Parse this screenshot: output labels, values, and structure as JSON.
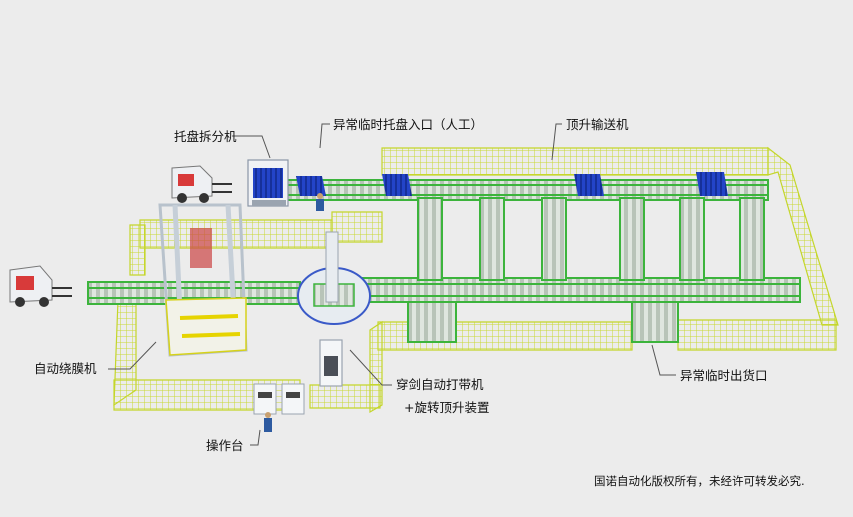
{
  "colors": {
    "background": "#ececec",
    "fence": "#d6e63a",
    "conveyor": "#3cb43c",
    "rail": "#8a9a8a",
    "pallet": "#1f3fb8",
    "forklift": "#d83a3a",
    "machine_frame": "#d8dde2"
  },
  "labels": {
    "destacker": "托盘拆分机",
    "temp_pallet_in": "异常临时托盘入口（人工）",
    "lift_conveyor": "顶升输送机",
    "stretch_wrapper": "自动绕膜机",
    "strapper_line1": "穿剑自动打带机",
    "strapper_line2": "+旋转顶升装置",
    "temp_out": "异常临时出货口",
    "console": "操作台"
  },
  "copyright": "国诺自动化版权所有，未经许可转发必究."
}
